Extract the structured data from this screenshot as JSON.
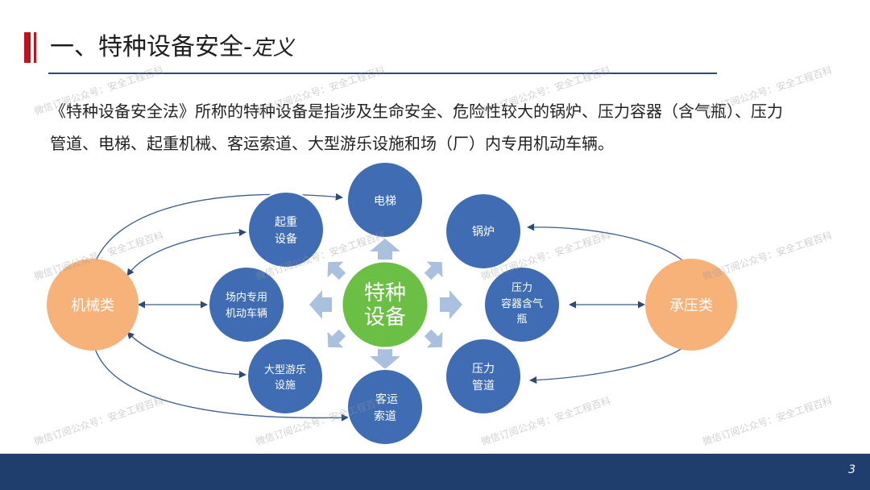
{
  "title": {
    "main": "一、特种设备安全-",
    "suffix": "定义"
  },
  "body": {
    "line1": "《特种设备安全法》所称的特种设备是指涉及生命安全、危险性较大的锅炉、压力容器（含气瓶）、压力",
    "line2": "管道、电梯、起重机械、客运索道、大型游乐设施和场（厂）内专用机动车辆。"
  },
  "diagram": {
    "center": [
      "特种",
      "设备"
    ],
    "left": "机械类",
    "right": "承压类",
    "elevator": "电梯",
    "crane": [
      "起重",
      "设备"
    ],
    "vehicle": [
      "场内专用",
      "机动车辆"
    ],
    "amusement": [
      "大型游乐",
      "设施"
    ],
    "ropeway": [
      "客运",
      "索道"
    ],
    "boiler": "锅炉",
    "vessel": [
      "压力",
      "容器含气",
      "瓶"
    ],
    "pipeline": [
      "压力",
      "管道"
    ]
  },
  "colors": {
    "accent": "#c0141c",
    "navy": "#1f3d6d",
    "blue_node": "#3f6cb3",
    "green_node": "#6cbf45",
    "orange_node": "#f7b27a",
    "arrow": "#a9c0de"
  },
  "watermark": "微信订阅公众号：安全工程百科",
  "page_number": "3"
}
